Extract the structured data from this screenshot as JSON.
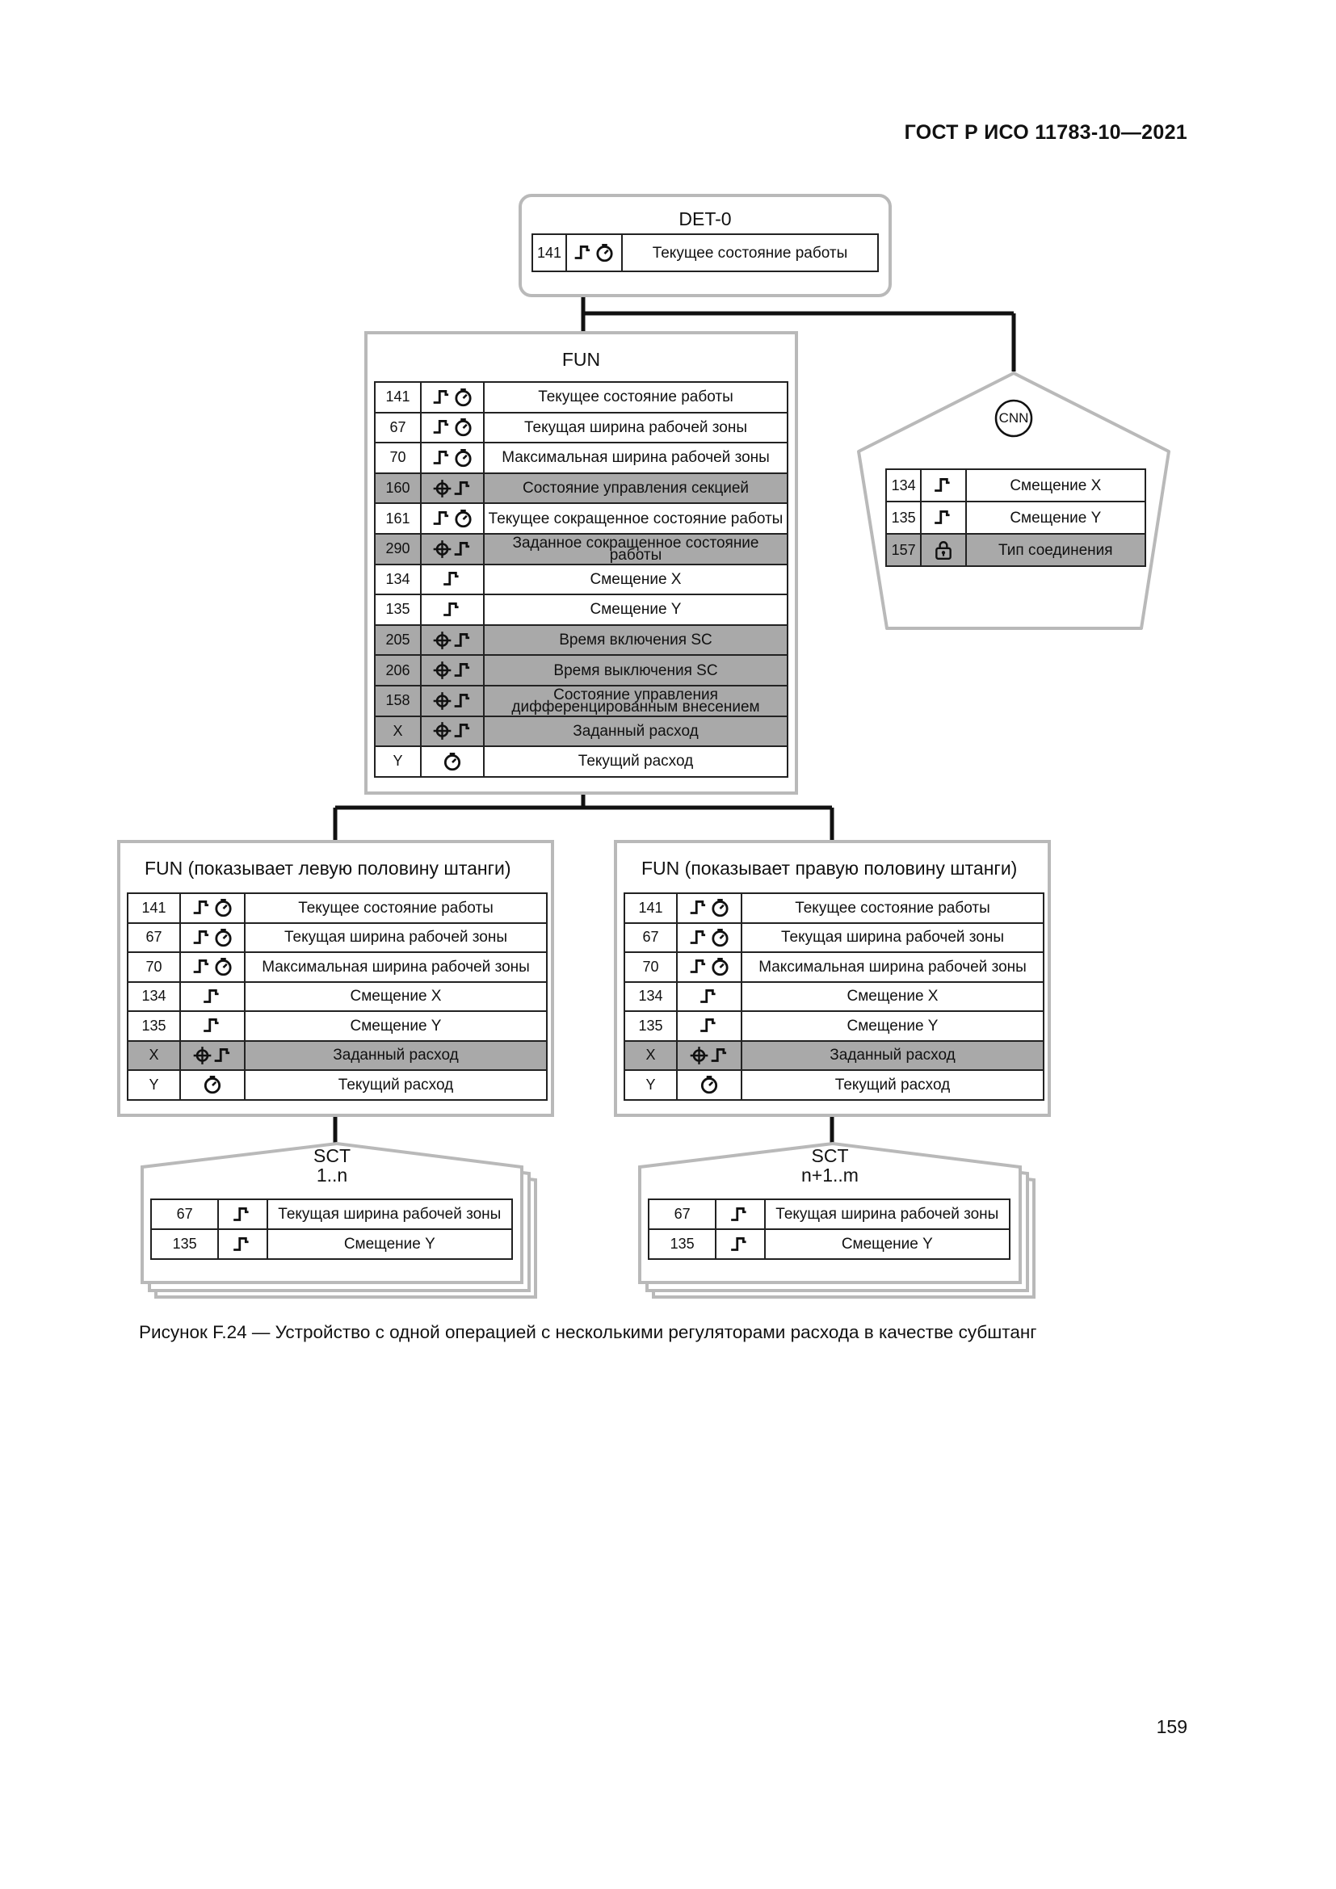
{
  "header": {
    "standard": "ГОСТ Р ИСО 11783-10—2021"
  },
  "figure": {
    "caption": "Рисунок F.24 — Устройство с одной операцией с несколькими регуляторами расхода в качестве субштанг"
  },
  "page": {
    "number": "159"
  },
  "icons": {
    "trigger_timer": "trigger-timer-icon",
    "crosshair_trigger": "crosshair-trigger-icon",
    "trigger": "trigger-icon",
    "timer": "timer-icon",
    "lock": "lock-icon"
  },
  "colors": {
    "frame": "#b9b9b9",
    "grid": "#222222",
    "shaded_row": "#a9a9a9",
    "connector": "#111111"
  },
  "det": {
    "title": "DET-0",
    "rows": [
      {
        "num": "141",
        "icon": "trigger_timer",
        "label": "Текущее состояние работы",
        "shaded": false
      }
    ]
  },
  "cnn": {
    "title": "CNN",
    "rows": [
      {
        "num": "134",
        "icon": "trigger",
        "label": "Смещение X",
        "shaded": false
      },
      {
        "num": "135",
        "icon": "trigger",
        "label": "Смещение Y",
        "shaded": false
      },
      {
        "num": "157",
        "icon": "lock",
        "label": "Тип соединения",
        "shaded": true
      }
    ]
  },
  "fun_main": {
    "title": "FUN",
    "rows": [
      {
        "num": "141",
        "icon": "trigger_timer",
        "label": "Текущее состояние работы",
        "shaded": false
      },
      {
        "num": "67",
        "icon": "trigger_timer",
        "label": "Текущая ширина рабочей зоны",
        "shaded": false
      },
      {
        "num": "70",
        "icon": "trigger_timer",
        "label": "Максимальная ширина рабочей зоны",
        "shaded": false
      },
      {
        "num": "160",
        "icon": "crosshair_trigger",
        "label": "Состояние управления секцией",
        "shaded": true
      },
      {
        "num": "161",
        "icon": "trigger_timer",
        "label": "Текущее сокращенное состояние работы",
        "shaded": false
      },
      {
        "num": "290",
        "icon": "crosshair_trigger",
        "label": "Заданное сокращенное состояние работы",
        "shaded": true
      },
      {
        "num": "134",
        "icon": "trigger",
        "label": "Смещение X",
        "shaded": false
      },
      {
        "num": "135",
        "icon": "trigger",
        "label": "Смещение Y",
        "shaded": false
      },
      {
        "num": "205",
        "icon": "crosshair_trigger",
        "label": "Время включения SC",
        "shaded": true
      },
      {
        "num": "206",
        "icon": "crosshair_trigger",
        "label": "Время выключения SC",
        "shaded": true
      },
      {
        "num": "158",
        "icon": "crosshair_trigger",
        "label": "Состояние управления дифференцированным внесением",
        "shaded": true
      },
      {
        "num": "X",
        "icon": "crosshair_trigger",
        "label": "Заданный расход",
        "shaded": true
      },
      {
        "num": "Y",
        "icon": "timer",
        "label": "Текущий расход",
        "shaded": false
      }
    ]
  },
  "fun_left": {
    "title": "FUN (показывает левую половину штанги)",
    "rows": [
      {
        "num": "141",
        "icon": "trigger_timer",
        "label": "Текущее состояние работы",
        "shaded": false
      },
      {
        "num": "67",
        "icon": "trigger_timer",
        "label": "Текущая ширина рабочей зоны",
        "shaded": false
      },
      {
        "num": "70",
        "icon": "trigger_timer",
        "label": "Максимальная ширина рабочей зоны",
        "shaded": false
      },
      {
        "num": "134",
        "icon": "trigger",
        "label": "Смещение X",
        "shaded": false
      },
      {
        "num": "135",
        "icon": "trigger",
        "label": "Смещение Y",
        "shaded": false
      },
      {
        "num": "X",
        "icon": "crosshair_trigger",
        "label": "Заданный расход",
        "shaded": true
      },
      {
        "num": "Y",
        "icon": "timer",
        "label": "Текущий расход",
        "shaded": false
      }
    ]
  },
  "fun_right": {
    "title": "FUN (показывает правую половину штанги)",
    "rows": [
      {
        "num": "141",
        "icon": "trigger_timer",
        "label": "Текущее состояние работы",
        "shaded": false
      },
      {
        "num": "67",
        "icon": "trigger_timer",
        "label": "Текущая ширина рабочей зоны",
        "shaded": false
      },
      {
        "num": "70",
        "icon": "trigger_timer",
        "label": "Максимальная ширина рабочей зоны",
        "shaded": false
      },
      {
        "num": "134",
        "icon": "trigger",
        "label": "Смещение X",
        "shaded": false
      },
      {
        "num": "135",
        "icon": "trigger",
        "label": "Смещение Y",
        "shaded": false
      },
      {
        "num": "X",
        "icon": "crosshair_trigger",
        "label": "Заданный расход",
        "shaded": true
      },
      {
        "num": "Y",
        "icon": "timer",
        "label": "Текущий расход",
        "shaded": false
      }
    ]
  },
  "sct_left": {
    "title": "SCT",
    "range": "1..n",
    "rows": [
      {
        "num": "67",
        "icon": "trigger",
        "label": "Текущая ширина рабочей зоны",
        "shaded": false
      },
      {
        "num": "135",
        "icon": "trigger",
        "label": "Смещение Y",
        "shaded": false
      }
    ]
  },
  "sct_right": {
    "title": "SCT",
    "range": "n+1..m",
    "rows": [
      {
        "num": "67",
        "icon": "trigger",
        "label": "Текущая ширина рабочей зоны",
        "shaded": false
      },
      {
        "num": "135",
        "icon": "trigger",
        "label": "Смещение Y",
        "shaded": false
      }
    ]
  }
}
